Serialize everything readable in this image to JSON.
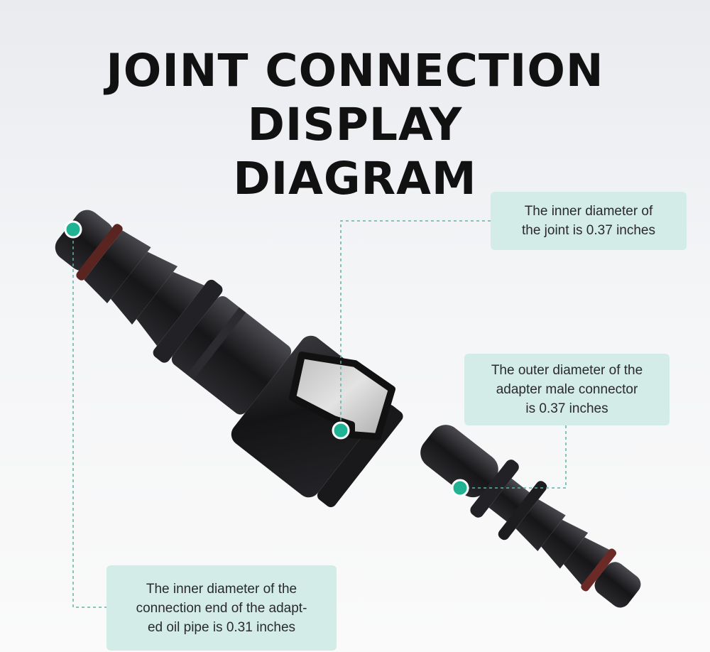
{
  "title": "JOINT CONNECTION DISPLAY\nDIAGRAM",
  "callouts": {
    "inner_joint": "The inner diameter of\nthe joint is 0.37 inches",
    "outer_male": "The outer diameter of the\nadapter male connector\nis 0.37 inches",
    "inner_pipe": "The inner diameter of the\nconnection end of the adapt-\ned oil pipe is 0.31 inches"
  },
  "colors": {
    "marker": "#1fb394",
    "callout_bg": "#d3ece8",
    "leader": "#5fb3a3",
    "plastic": "#1a1a1c",
    "oring": "#6b2a25"
  }
}
